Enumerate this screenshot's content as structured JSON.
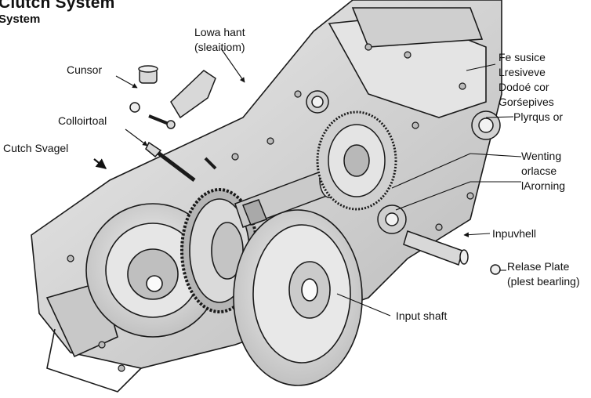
{
  "title": "Clutch System",
  "subtitle": "System",
  "labels": {
    "lowa_hant": [
      "Lowa hant",
      "(sleaitiom)"
    ],
    "cunsor": "Cunsor",
    "collortoal": "Colloirtoal",
    "cutch_svagel": "Cutch Svagel",
    "fe_susice": [
      "Fe susice",
      "Lresiveve",
      "Dodoé cor",
      "Gorśepives"
    ],
    "plyrqus": "Plyrqus or",
    "wenting": [
      "Wenting",
      "orlacse",
      "lArorning"
    ],
    "inpuvhell": "Inpuvhell",
    "release_plate": [
      "Relase Plate",
      "(plest bearling)"
    ],
    "input_shaft": "Input shaft"
  },
  "colors": {
    "ink": "#1a1a1a",
    "metal": "#d9d9d9",
    "metal_dark": "#9a9a9a",
    "background": "#ffffff"
  }
}
